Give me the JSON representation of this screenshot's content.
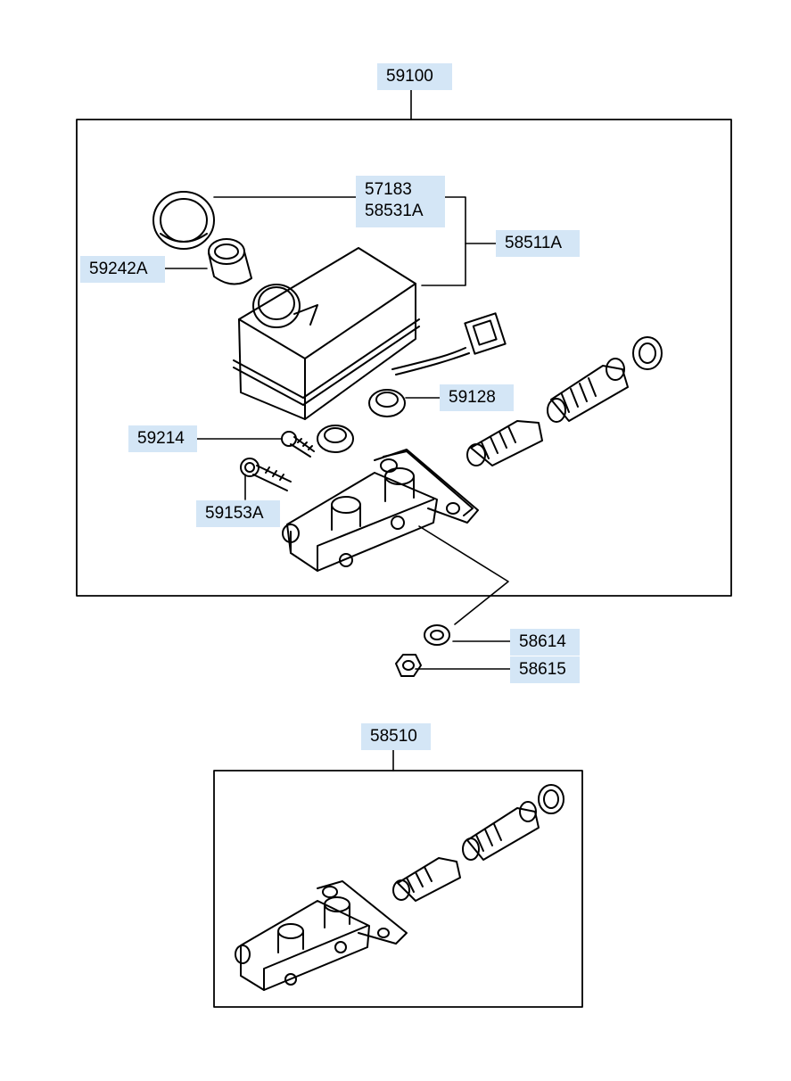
{
  "labels": {
    "p59100": "59100",
    "p57183": "57183",
    "p58531A": "58531A",
    "p58511A": "58511A",
    "p59242A": "59242A",
    "p59128": "59128",
    "p59214": "59214",
    "p59153A": "59153A",
    "p58614": "58614",
    "p58615": "58615",
    "p58510": "58510"
  },
  "colors": {
    "label_background": "#d4e6f6",
    "line": "#000000"
  },
  "icons": [
    "reservoir-cap-icon",
    "reservoir-filter-icon",
    "reservoir-tank-icon",
    "reservoir-connector-icon",
    "grommet-icon",
    "screw-icon",
    "bolt-icon",
    "master-cylinder-body-icon",
    "piston-assembly-icon",
    "seal-ring-icon",
    "washer-icon",
    "nut-icon"
  ]
}
